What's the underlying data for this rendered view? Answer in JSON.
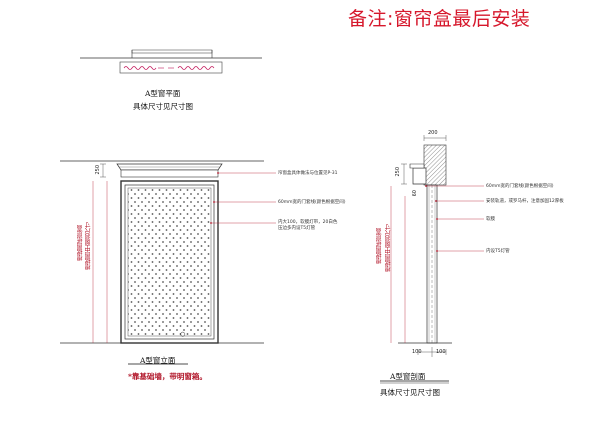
{
  "remark": "备注:窗帘盒最后安装",
  "plan": {
    "title": "A型窗平面",
    "subtitle": "具体尺寸见尺寸图"
  },
  "elevation": {
    "title": "A型窗立面",
    "footnote": "*靠基础墙，带明窗箱。",
    "height_dim": "250",
    "vertical_label_1": "根据图纸层高",
    "vertical_label_2": "根据图中窗洞尺寸",
    "notes": [
      "帘窗盒具体做法与位置见P-31",
      "60mm宽的门套线(颜色根据空间)",
      "内大100，软膜灯带，20白色压边多内设T5灯管"
    ]
  },
  "section": {
    "title": "A型窗剖面",
    "subtitle": "具体尺寸见尺寸图",
    "dim_top": "200",
    "dim_box": "250",
    "dim_side": "60",
    "dim_bottom_left": "100",
    "dim_bottom_right": "100",
    "vertical_label_1": "根据图纸层高",
    "vertical_label_2": "根据图中窗洞尺寸",
    "notes": [
      "60mm宽的门套线(颜色根据空间)",
      "安装轨道，或罗马杆，注意加固12厚板",
      "软膜",
      "内设T5灯管"
    ]
  }
}
